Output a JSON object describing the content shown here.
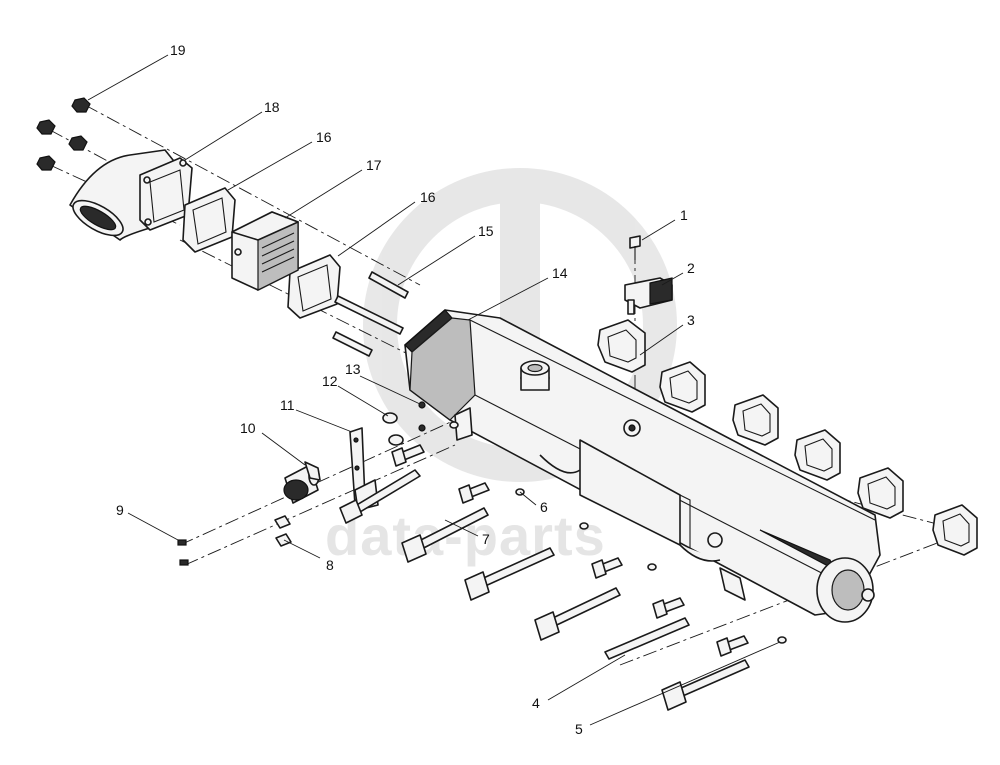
{
  "watermark": {
    "text": "data-parts",
    "color": "#cfcfcf"
  },
  "callouts": [
    "1",
    "2",
    "3",
    "4",
    "5",
    "6",
    "7",
    "8",
    "9",
    "10",
    "11",
    "12",
    "13",
    "14",
    "15",
    "16",
    "16",
    "17",
    "18",
    "19"
  ],
  "colors": {
    "line": "#1a1a1a",
    "fill": "#f4f4f4",
    "background": "#ffffff"
  }
}
